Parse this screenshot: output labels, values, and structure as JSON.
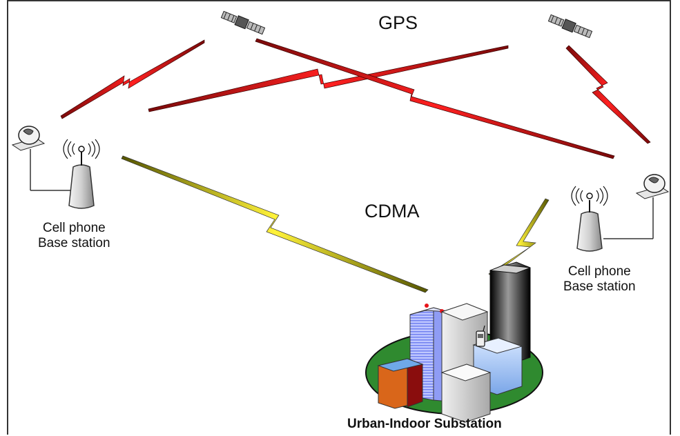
{
  "labels": {
    "gps": "GPS",
    "cdma": "CDMA",
    "base_station_left": {
      "line1": "Cell phone",
      "line2": "Base station"
    },
    "base_station_right": {
      "line1": "Cell phone",
      "line2": "Base station"
    },
    "urban": "Urban-Indoor Substation"
  },
  "colors": {
    "gps_link": "#e8141a",
    "cdma_link": "#f5ef2a",
    "ground": "#2f8a2f",
    "tower": "#1a1a1a"
  },
  "icons": [
    "satellite-icon",
    "gps-receiver-icon",
    "cell-tower-icon",
    "city-buildings-icon",
    "phone-icon"
  ]
}
